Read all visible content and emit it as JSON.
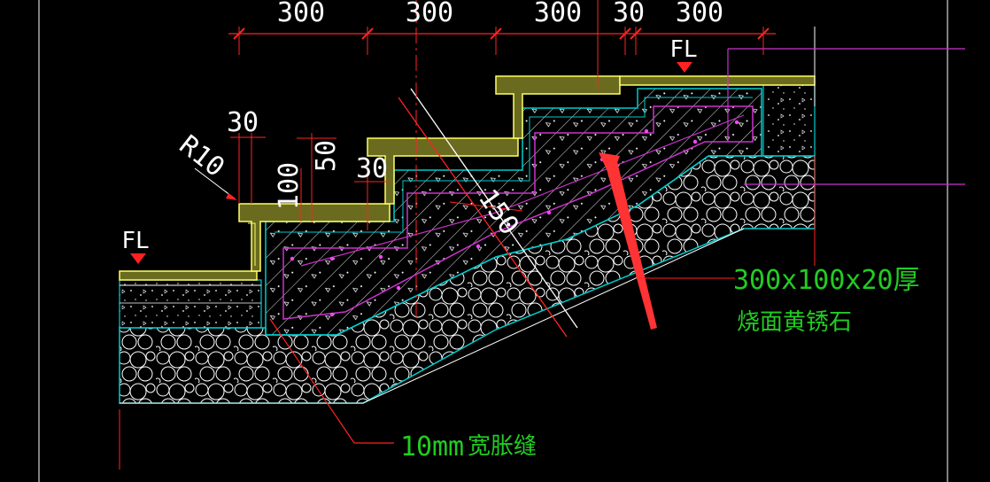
{
  "dimensions": {
    "top": [
      "300",
      "300",
      "300",
      "30",
      "300"
    ],
    "nose_30_a": "30",
    "nose_30_b": "30",
    "height_50": "50",
    "height_100": "100",
    "thickness_150": "150",
    "radius": "R10"
  },
  "levels": {
    "left": "FL",
    "right": "FL"
  },
  "annotations": {
    "stone_spec": "300x100x20厚",
    "stone_name": "烧面黄锈石",
    "joint_width": "10",
    "joint_unit": "mm",
    "joint_name": "宽胀缝"
  },
  "colors": {
    "background": "#000000",
    "stone": "#ffff66",
    "concrete": "#00cccc",
    "rebar": "#cc33cc",
    "dimension": "#ff2222",
    "annotation": "#22cc22",
    "arrow": "#ff3333"
  }
}
